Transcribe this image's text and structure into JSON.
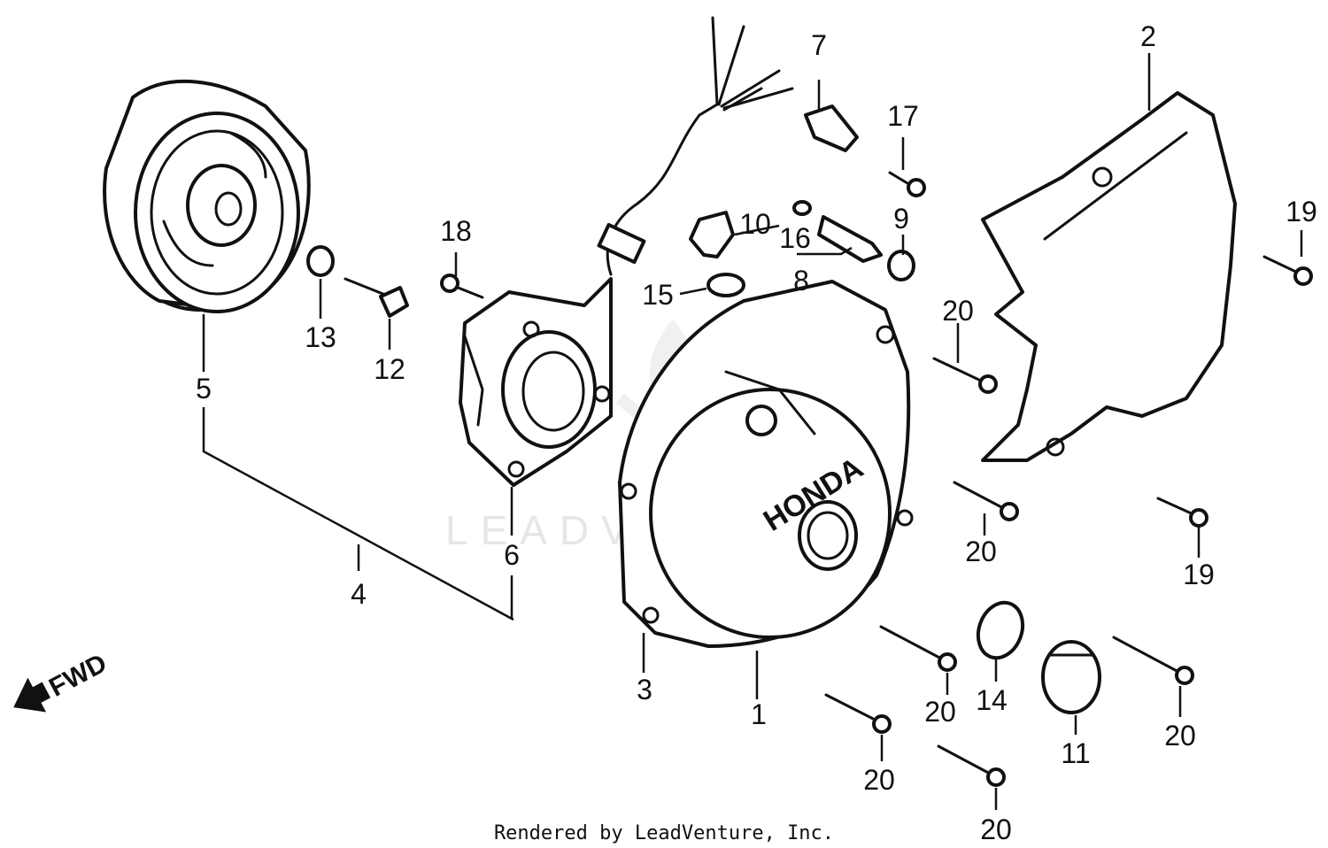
{
  "watermark": "LEADVENTURE",
  "credit": "Rendered by LeadVenture, Inc.",
  "direction_label": "FWD",
  "cover_brand": "HONDA",
  "callouts": {
    "c1": "1",
    "c2": "2",
    "c3": "3",
    "c4": "4",
    "c5": "5",
    "c6": "6",
    "c7": "7",
    "c8": "8",
    "c9": "9",
    "c10": "10",
    "c11": "11",
    "c12": "12",
    "c13": "13",
    "c14": "14",
    "c15": "15",
    "c16": "16",
    "c17": "17",
    "c18": "18",
    "c19a": "19",
    "c19b": "19",
    "c20a": "20",
    "c20b": "20",
    "c20c": "20",
    "c20d": "20",
    "c20e": "20",
    "c20f": "20"
  }
}
